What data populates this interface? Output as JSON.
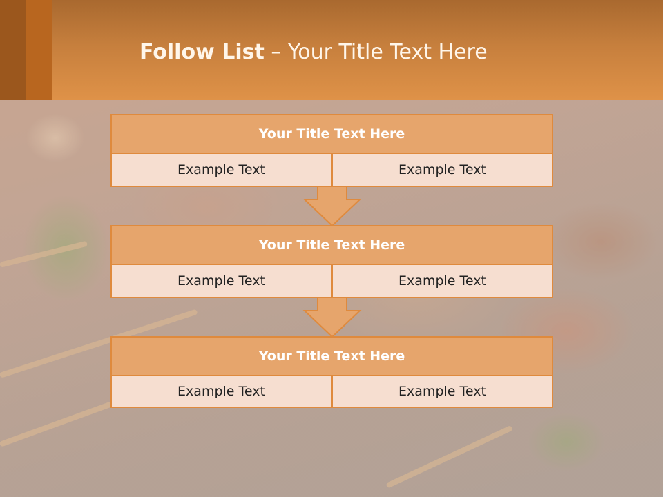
{
  "slide": {
    "title_bold": "Follow List",
    "title_rest": " – Your Title Text Here"
  },
  "blocks": [
    {
      "title": "Your Title Text Here",
      "left": "Example Text",
      "right": "Example Text"
    },
    {
      "title": "Your Title Text Here",
      "left": "Example Text",
      "right": "Example Text"
    },
    {
      "title": "Your Title Text Here",
      "left": "Example Text",
      "right": "Example Text"
    }
  ],
  "colors": {
    "header": "#df9248",
    "box_title": "#e6a56c",
    "box_cell": "#f6ded0",
    "border": "#df8a3d"
  }
}
